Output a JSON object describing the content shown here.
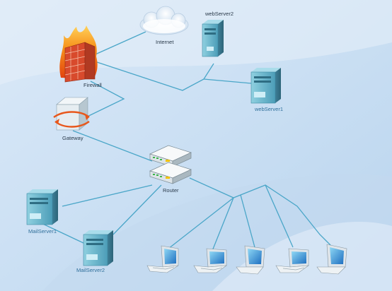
{
  "diagram": {
    "labels": {
      "internet": "Internet",
      "webserver2": "webServer2",
      "firewall": "Firewall",
      "webserver1": "webServer1",
      "gateway": "Gateway",
      "router": "Router",
      "mailserver1": "MailServer1",
      "mailserver2": "MailServer2"
    },
    "colors": {
      "background": "#cfe2f5",
      "link": "#4aa6c8",
      "server": "#5fb0c8",
      "fire": "#f07a18",
      "brick": "#d84a2c"
    },
    "icons": [
      "cloud-icon",
      "firewall-icon",
      "server-icon",
      "gateway-icon",
      "router-icon",
      "laptop-icon"
    ],
    "laptop_count": 5
  }
}
